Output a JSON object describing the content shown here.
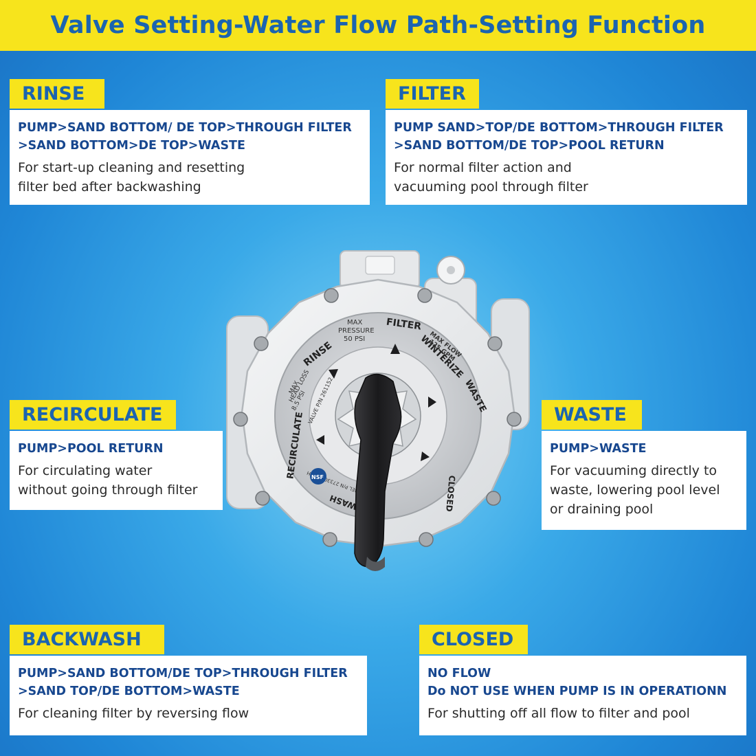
{
  "title": "Valve Setting-Water Flow Path-Setting Function",
  "sections": {
    "rinse": {
      "tag": "RINSE",
      "flow1": "PUMP>SAND BOTTOM/ DE TOP>THROUGH FILTER",
      "flow2": ">SAND BOTTOM>DE TOP>WASTE",
      "desc1": "For start-up cleaning and resetting",
      "desc2": "filter bed after backwashing"
    },
    "filter": {
      "tag": "FILTER",
      "flow1": "PUMP SAND>TOP/DE BOTTOM>THROUGH FILTER",
      "flow2": ">SAND BOTTOM/DE TOP>POOL RETURN",
      "desc1": "For normal filter action and",
      "desc2": "vacuuming pool through filter"
    },
    "recirculate": {
      "tag": "RECIRCULATE",
      "flow1": "PUMP>POOL RETURN",
      "desc1": "For circulating water",
      "desc2": "without going through filter"
    },
    "waste": {
      "tag": "WASTE",
      "flow1": "PUMP>WASTE",
      "desc1": "For vacuuming directly to",
      "desc2": "waste, lowering pool level",
      "desc3": "or draining pool"
    },
    "backwash": {
      "tag": "BACKWASH",
      "flow1": "PUMP>SAND BOTTOM/DE TOP>THROUGH FILTER",
      "flow2": ">SAND TOP/DE BOTTOM>WASTE",
      "desc1": "For cleaning filter by reversing flow"
    },
    "closed": {
      "tag": "CLOSED",
      "flow1": "NO FLOW",
      "flow2": "Do NOT USE WHEN PUMP IS IN OPERATIONN",
      "desc1": "For shutting off all flow to filter and pool"
    }
  },
  "valve": {
    "label_filter": "FILTER",
    "label_rinse": "RINSE",
    "label_winterize": "WINTERIZE",
    "label_waste": "WASTE",
    "label_recirculate": "RECIRCULATE",
    "label_closed": "CLOSED",
    "label_backwash": "WASH",
    "pressure1": "MAX",
    "pressure2": "PRESSURE",
    "pressure3": "50 PSI",
    "flow1": "MAX FLOW",
    "flow2": "125 GPM",
    "headloss1": "MAX",
    "headloss2": "HEAD LOSS",
    "headloss3": "8.5 PSI",
    "part": "VALVE P/N 261152",
    "label_pn": "LABEL P/N 273301 Rev H",
    "nsf": "NSF",
    "colors": {
      "body": "#eceff2",
      "dial": "#c9ccd0",
      "handle": "#1c1c1e"
    }
  }
}
